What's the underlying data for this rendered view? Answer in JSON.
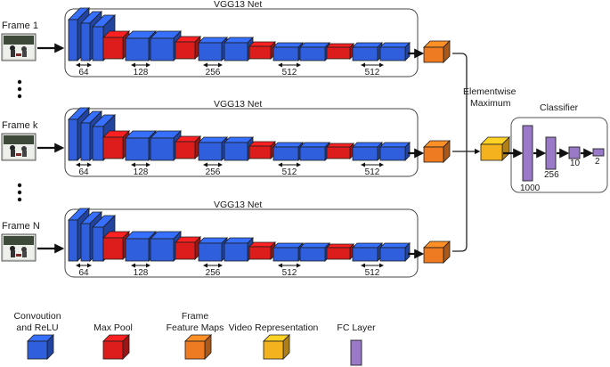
{
  "frames": [
    {
      "label": "Frame 1"
    },
    {
      "label": "Frame k"
    },
    {
      "label": "Frame N"
    }
  ],
  "vgg": {
    "title": "VGG13 Net",
    "channel_labels": [
      "64",
      "128",
      "256",
      "512",
      "512"
    ]
  },
  "merge_label": {
    "line1": "Elementwise",
    "line2": "Maximum"
  },
  "classifier": {
    "title": "Classifier",
    "layer_sizes": [
      "1000",
      "256",
      "10",
      "2"
    ]
  },
  "legend": [
    {
      "key": "conv",
      "line1": "Convoution",
      "line2": "and ReLU",
      "color": "#2f5fdc"
    },
    {
      "key": "pool",
      "line1": "Max Pool",
      "line2": "",
      "color": "#dd1c1c"
    },
    {
      "key": "feat",
      "line1": "Frame",
      "line2": "Feature Maps",
      "color": "#ee7a22"
    },
    {
      "key": "video",
      "line1": "Video Representation",
      "line2": "",
      "color": "#f5b21f"
    },
    {
      "key": "fc",
      "line1": "FC Layer",
      "line2": "",
      "color": "#9b79c9"
    }
  ],
  "colors": {
    "conv": "#2f5fdc",
    "pool": "#dd1c1c",
    "feature": "#ee7a22",
    "video": "#f5b21f",
    "fc": "#9b79c9"
  }
}
